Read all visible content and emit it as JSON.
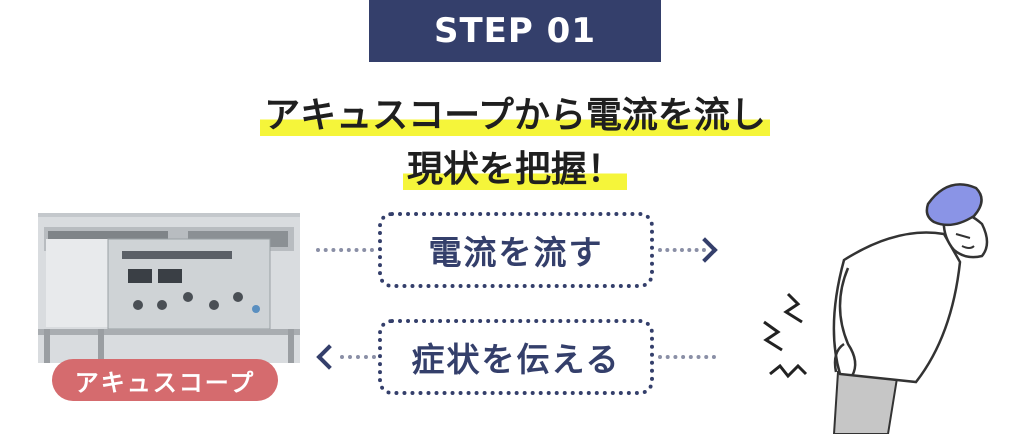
{
  "step": {
    "label": "STEP 01"
  },
  "headline": {
    "line1": "アキュスコープから電流を流し",
    "line2": "現状を把握！"
  },
  "device": {
    "label": "アキュスコープ",
    "icon": "acuscope-device-photo"
  },
  "flow": {
    "send_label": "電流を流す",
    "return_label": "症状を伝える"
  },
  "illustration": {
    "icon": "person-with-back-pain"
  },
  "colors": {
    "navy": "#343f6b",
    "highlight": "#f5f53a",
    "label_red": "#d56b6e",
    "hair_purple": "#8a94e6"
  }
}
